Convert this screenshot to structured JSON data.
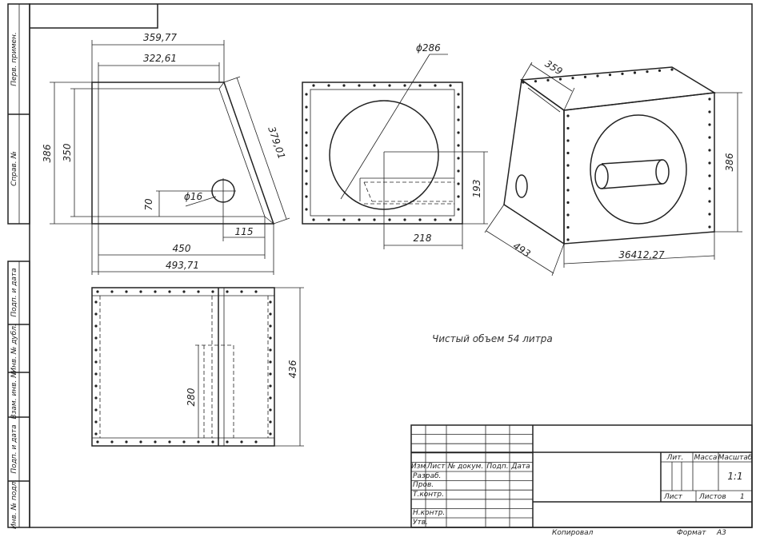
{
  "side_strip": [
    "Перв. примен.",
    "Справ. №",
    "Подп. и дата",
    "Инв. № дубл.",
    "Взам. инв. №",
    "Подп. и дата",
    "Инв. № подл."
  ],
  "front_view": {
    "dims": {
      "top_outer": "359,77",
      "top_inner": "322,61",
      "height_outer": "386",
      "height_inner": "350",
      "slant": "379,01",
      "hole_d": "ϕ16",
      "hole_h": "70",
      "hole_off": "115",
      "bottom_inner": "450",
      "bottom_outer": "493,71"
    }
  },
  "side_view": {
    "dims": {
      "circle_d": "ϕ286",
      "port_h": "193",
      "port_w": "218"
    }
  },
  "iso_view": {
    "dims": {
      "depth_top": "359",
      "height": "386",
      "depth_bottom": "493",
      "width": "36412,27"
    }
  },
  "plan_view": {
    "dims": {
      "height": "436",
      "port": "280"
    }
  },
  "note": "Чистый объем 54 литра",
  "title_block": {
    "headers": [
      "Изм",
      "Лист",
      "№ докум.",
      "Подп.",
      "Дата"
    ],
    "rows": [
      "Разраб.",
      "Пров.",
      "Т.контр.",
      "Н.контр.",
      "Утв."
    ],
    "lit_label": "Лит.",
    "mass_label": "Масса",
    "scale_label": "Масштаб",
    "scale_value": "1:1",
    "sheet_label": "Лист",
    "sheets_label": "Листов",
    "sheets_value": "1",
    "copied": "Копировал",
    "format_label": "Формат",
    "format_value": "А3"
  }
}
